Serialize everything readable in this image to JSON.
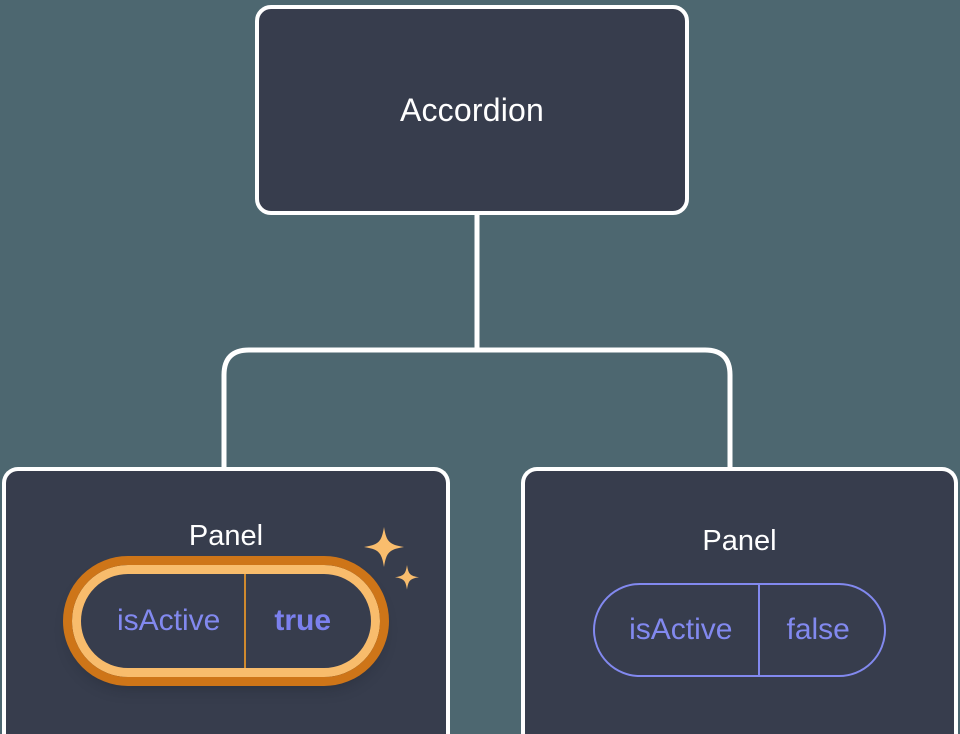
{
  "canvas": {
    "background_color": "#4d6770",
    "node_fill_color": "#373d4d",
    "node_border_color": "#ffffff",
    "connector_color": "#ffffff",
    "prop_color": "#8289ef",
    "highlight_inner_color": "#f8bc6c",
    "highlight_outer_color": "#ce7518"
  },
  "tree": {
    "root": {
      "title": "Accordion"
    },
    "children": [
      {
        "title": "Panel",
        "highlighted": true,
        "prop": {
          "key": "isActive",
          "value": "true"
        },
        "sparkle_icon": "sparkles-icon"
      },
      {
        "title": "Panel",
        "highlighted": false,
        "prop": {
          "key": "isActive",
          "value": "false"
        }
      }
    ]
  }
}
